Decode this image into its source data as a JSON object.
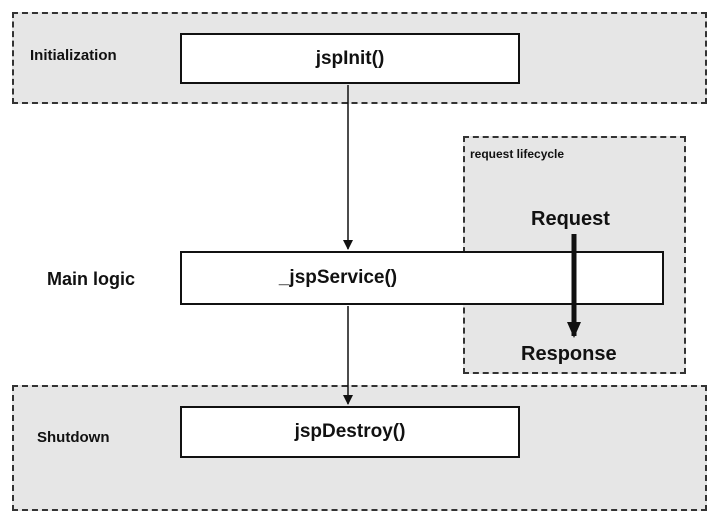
{
  "zones": {
    "initialization": {
      "label": "Initialization"
    },
    "request_lifecycle": {
      "label": "request lifecycle",
      "request": "Request",
      "response": "Response"
    },
    "main": {
      "label": "Main logic"
    },
    "shutdown": {
      "label": "Shutdown"
    }
  },
  "methods": {
    "init": "jspInit()",
    "service": "_jspService()",
    "destroy": "jspDestroy()"
  }
}
